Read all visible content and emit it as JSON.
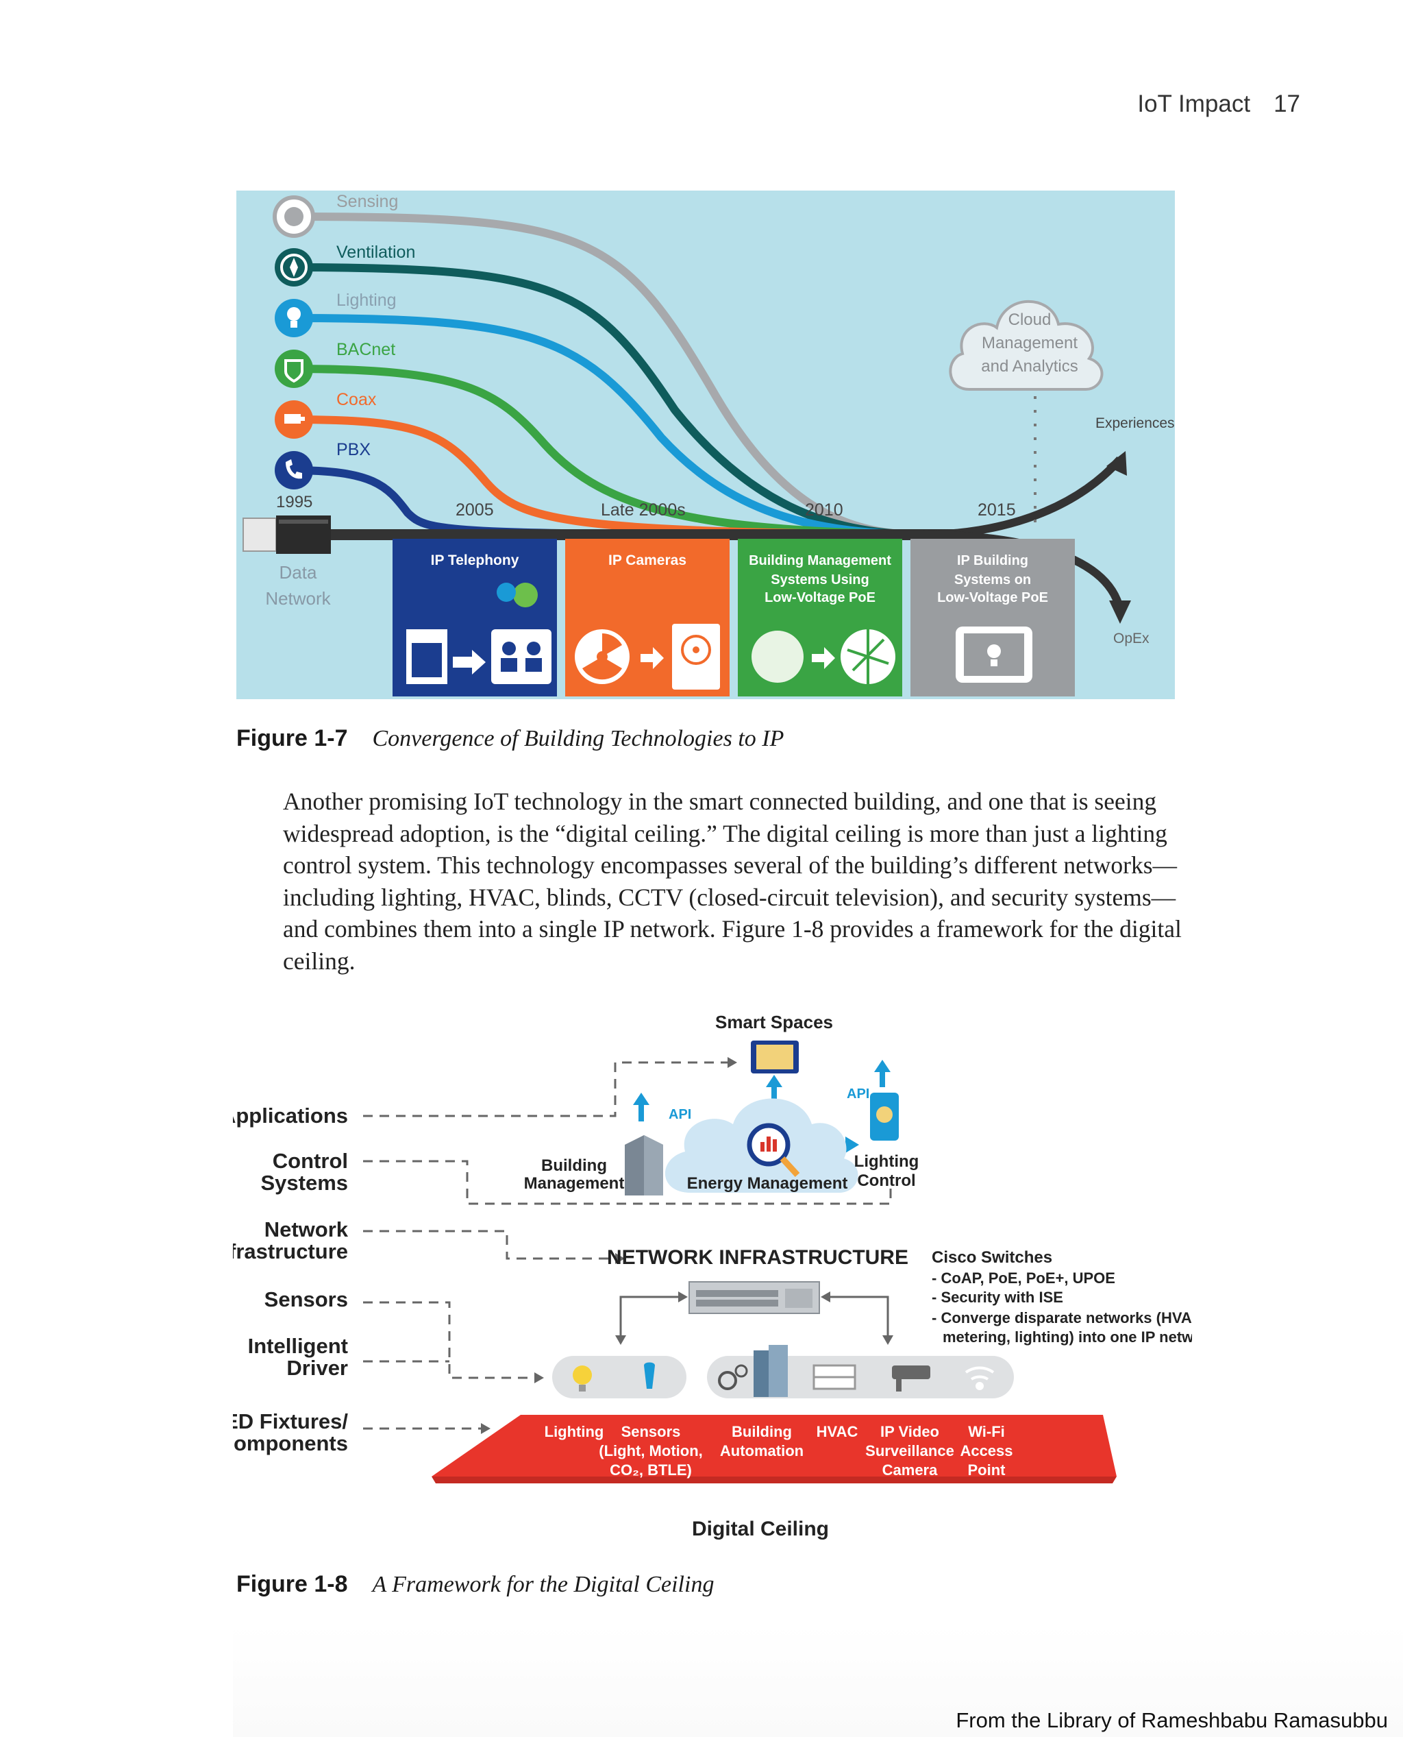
{
  "header": {
    "section": "IoT Impact",
    "page_number": "17"
  },
  "figure_1_7": {
    "lines": [
      {
        "label": "Sensing",
        "color": "#a7a9ac",
        "icon": "sensing-icon"
      },
      {
        "label": "Ventilation",
        "color": "#0f5c5c",
        "icon": "fan-icon"
      },
      {
        "label": "Lighting",
        "color": "#1a9ad6",
        "icon": "lightbulb-icon"
      },
      {
        "label": "BACnet",
        "color": "#3aa444",
        "icon": "shield-icon"
      },
      {
        "label": "Coax",
        "color": "#f26a2b",
        "icon": "camera-icon"
      },
      {
        "label": "PBX",
        "color": "#1b3d8f",
        "icon": "phone-icon"
      }
    ],
    "years": [
      "1995",
      "2005",
      "Late 2000s",
      "2010",
      "2015"
    ],
    "data_network_line1": "Data",
    "data_network_line2": "Network",
    "cloud": [
      "Cloud",
      "Management",
      "and Analytics"
    ],
    "experiences": "Experiences",
    "opex": "OpEx",
    "boxes": [
      {
        "lines": [
          "IP Telephony"
        ],
        "color": "#1b3d8f"
      },
      {
        "lines": [
          "IP Cameras"
        ],
        "color": "#f26a2b"
      },
      {
        "lines": [
          "Building Management",
          "Systems Using",
          "Low-Voltage PoE"
        ],
        "color": "#3aa444"
      },
      {
        "lines": [
          "IP Building",
          "Systems on",
          "Low-Voltage PoE"
        ],
        "color": "#9a9da0"
      }
    ]
  },
  "caption_1_7": {
    "label": "Figure 1-7",
    "title": "Convergence of Building Technologies to IP"
  },
  "body_text": "Another promising IoT technology in the smart connected building, and one that is seeing widespread adoption, is the “digital ceiling.” The digital ceiling is more than just a lighting control system. This technology encompasses several of the building’s different networks—including lighting, HVAC, blinds, CCTV (closed-circuit television), and security systems—and combines them into a single IP network. Figure 1-8 provides a framework for the digital ceiling.",
  "figure_1_8": {
    "layers": [
      {
        "lines": [
          "Applications"
        ]
      },
      {
        "lines": [
          "Control",
          "Systems"
        ]
      },
      {
        "lines": [
          "Network",
          "Infrastructure"
        ]
      },
      {
        "lines": [
          "Sensors"
        ]
      },
      {
        "lines": [
          "Intelligent",
          "Driver"
        ]
      },
      {
        "lines": [
          "LED Fixtures/",
          "Components"
        ]
      }
    ],
    "smart_spaces": "Smart Spaces",
    "api_left": "API",
    "api_right": "API",
    "building_management": [
      "Building",
      "Management"
    ],
    "energy_management": "Energy Management",
    "lighting_control": [
      "Lighting",
      "Control"
    ],
    "network_infrastructure": "NETWORK INFRASTRUCTURE",
    "switch_title": "Cisco Switches",
    "switch_points": [
      "- CoAP, PoE, PoE+, UPOE",
      "- Security with ISE",
      "- Converge disparate networks (HVAC,",
      "  metering, lighting) into one IP network"
    ],
    "devices": [
      {
        "lines": [
          "Lighting"
        ]
      },
      {
        "lines": [
          "Sensors",
          "(Light, Motion,",
          "CO₂, BTLE)"
        ]
      },
      {
        "lines": [
          "Building",
          "Automation"
        ]
      },
      {
        "lines": [
          "HVAC"
        ]
      },
      {
        "lines": [
          "IP Video",
          "Surveillance",
          "Camera"
        ]
      },
      {
        "lines": [
          "Wi-Fi",
          "Access",
          "Point"
        ]
      }
    ],
    "digital_ceiling": "Digital Ceiling"
  },
  "caption_1_8": {
    "label": "Figure 1-8",
    "title": "A Framework for the Digital Ceiling"
  },
  "footer": "From the Library of Rameshbabu Ramasubbu"
}
